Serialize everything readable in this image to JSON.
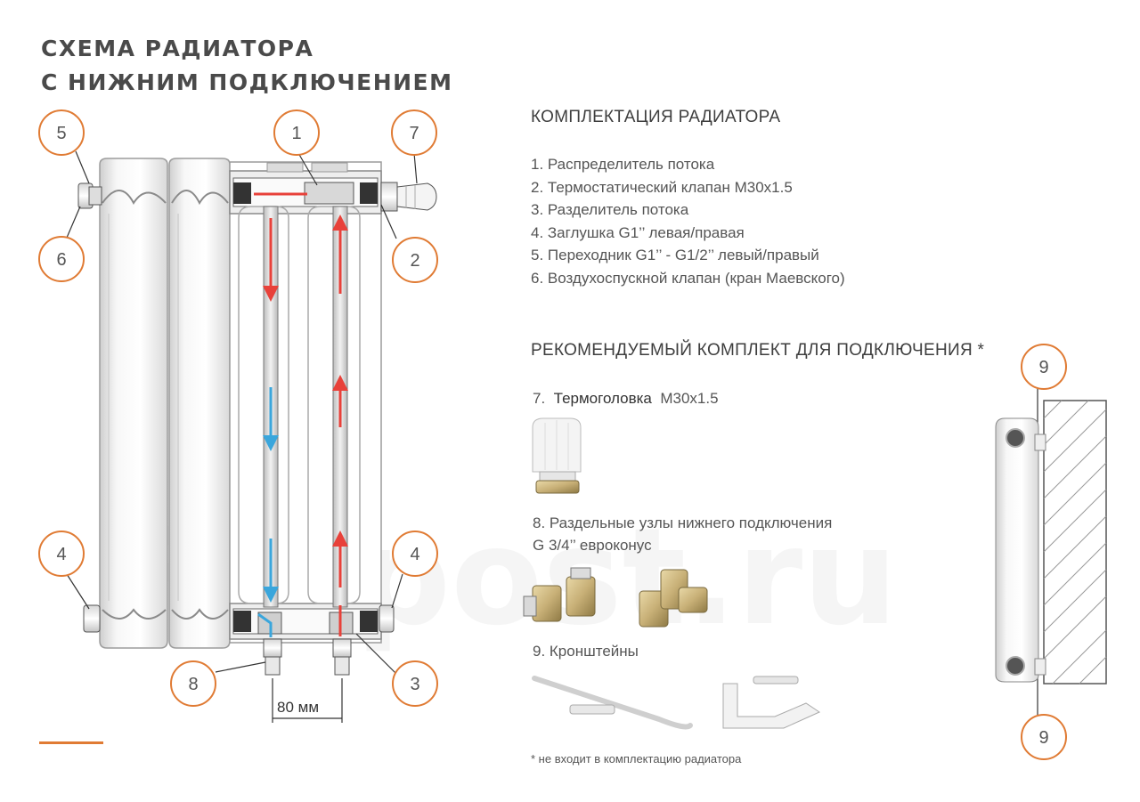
{
  "title": {
    "line1": "СХЕМА РАДИАТОРА",
    "line2": "С НИЖНИМ ПОДКЛЮЧЕНИЕМ"
  },
  "kit": {
    "heading": "КОМПЛЕКТАЦИЯ РАДИАТОРА",
    "items": [
      "1.  Распределитель потока",
      "2.  Термостатический клапан  М30х1.5",
      "3.  Разделитель потока",
      "4.  Заглушка G1’’ левая/правая",
      "5.  Переходник G1’’ - G1/2’’ левый/правый",
      "6.  Воздухоспускной клапан (кран Маевского)"
    ]
  },
  "recommended": {
    "heading": "РЕКОМЕНДУЕМЫЙ КОМПЛЕКТ ДЛЯ ПОДКЛЮЧЕНИЯ *",
    "item7_num": "7.",
    "item7_name": "Термоголовка",
    "item7_size": "М30х1.5",
    "item8_line1": "8.  Раздельные узлы нижнего подключения",
    "item8_line2": "G 3/4’’  евроконус",
    "item9": "9. Кронштейны"
  },
  "footnote": "* не входит в комплектацию радиатора",
  "dimension": "80 мм",
  "callouts": [
    "5",
    "1",
    "7",
    "6",
    "2",
    "4",
    "4",
    "8",
    "3",
    "9",
    "9"
  ],
  "colors": {
    "accent": "#e07b34",
    "hot_flow": "#e8413a",
    "cold_flow": "#3aa6dc",
    "text": "#4a4a4a"
  }
}
